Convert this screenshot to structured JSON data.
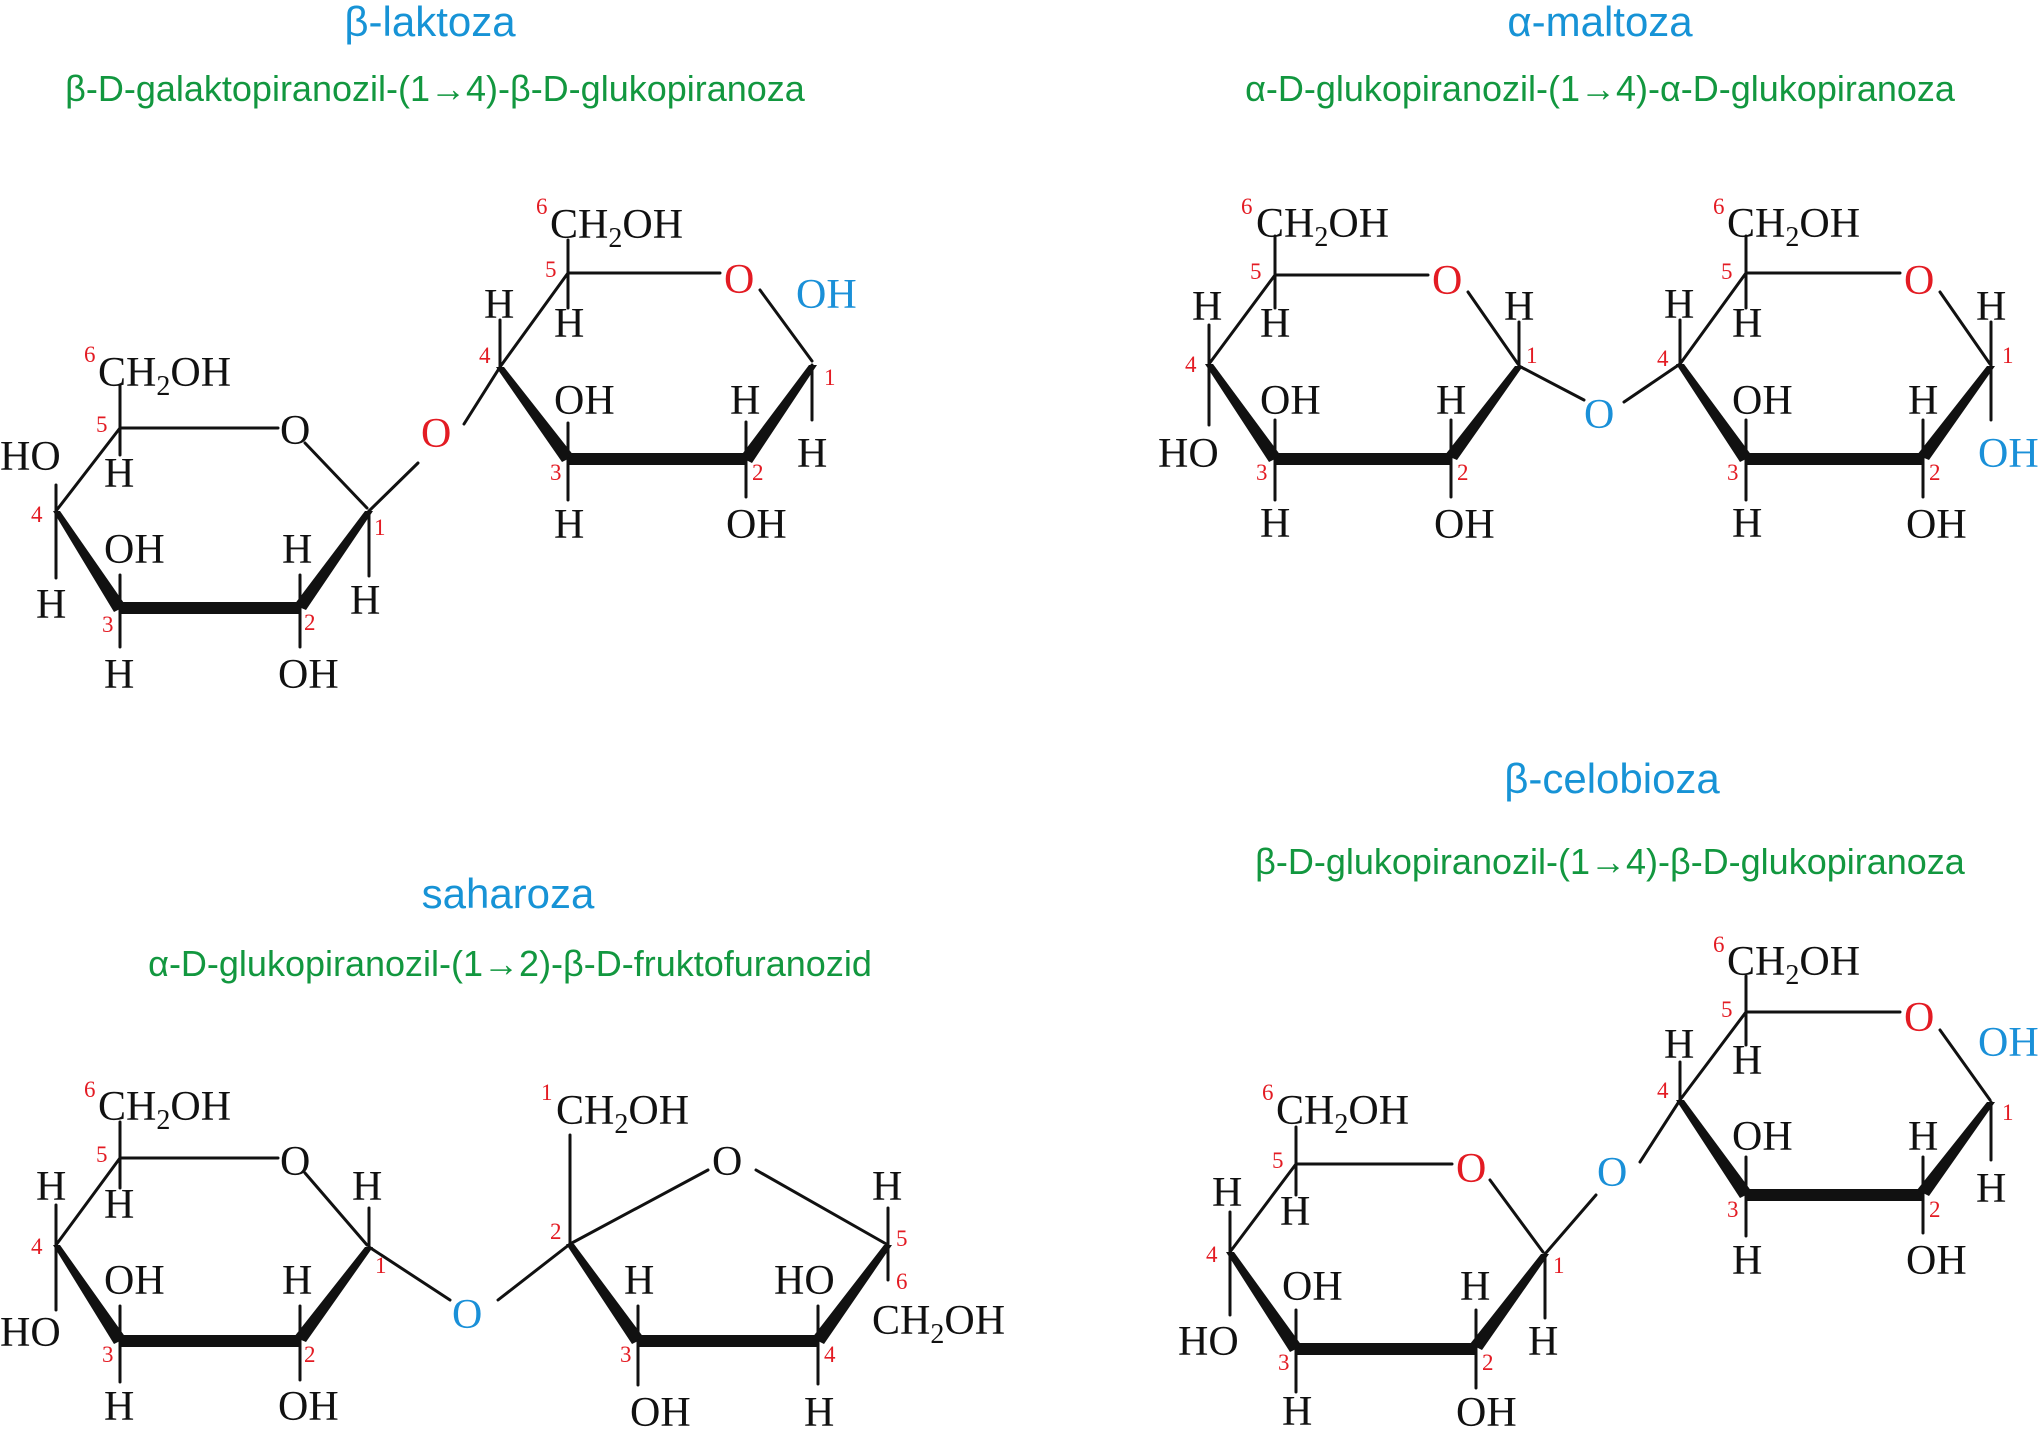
{
  "molecules": [
    {
      "name": "β-laktoza",
      "systematic": "β-D-galaktopiranozil-(1→4)-β-D-glukopiranoza"
    },
    {
      "name": "α-maltoza",
      "systematic": "α-D-glukopiranozil-(1→4)-α-D-glukopiranoza"
    },
    {
      "name": "saharoza",
      "systematic": "α-D-glukopiranozil-(1→2)-β-D-fruktofuranozid"
    },
    {
      "name": "β-celobioza",
      "systematic": "β-D-glukopiranozil-(1→4)-β-D-glukopiranoza"
    }
  ],
  "atoms": {
    "CH2OH_C": "CH",
    "CH2OH_sub": "2",
    "CH2OH_OH": "OH",
    "O": "O",
    "OH": "OH",
    "HO": "HO",
    "H": "H"
  },
  "carbon_numbers": [
    "1",
    "2",
    "3",
    "4",
    "5",
    "6"
  ],
  "colors": {
    "title": "#1793d6",
    "systematic": "#12973f",
    "ring_oxygen": "#e31b23",
    "glycosidic_oxygen": "#1a90d8",
    "carbon_number": "#e31b23",
    "bonds": "#111111"
  }
}
